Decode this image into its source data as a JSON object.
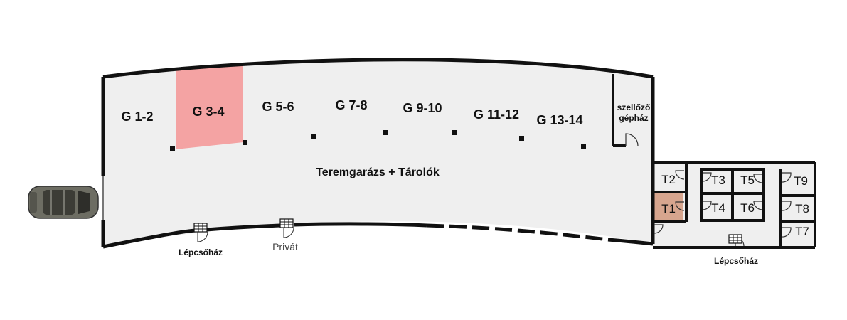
{
  "main_room": {
    "label": "Teremgarázs + Tárolók"
  },
  "garage_spots": [
    {
      "id": "g1",
      "label": "G 1-2",
      "highlighted": false
    },
    {
      "id": "g2",
      "label": "G 3-4",
      "highlighted": true
    },
    {
      "id": "g3",
      "label": "G 5-6",
      "highlighted": false
    },
    {
      "id": "g4",
      "label": "G 7-8",
      "highlighted": false
    },
    {
      "id": "g5",
      "label": "G 9-10",
      "highlighted": false
    },
    {
      "id": "g6",
      "label": "G 11-12",
      "highlighted": false
    },
    {
      "id": "g7",
      "label": "G 13-14",
      "highlighted": false
    }
  ],
  "ventilation_room": {
    "line1": "szellőző",
    "line2": "gépház"
  },
  "storage_units": [
    {
      "id": "t1",
      "label": "T1",
      "highlighted": true
    },
    {
      "id": "t2",
      "label": "T2",
      "highlighted": false
    },
    {
      "id": "t3",
      "label": "T3",
      "highlighted": false
    },
    {
      "id": "t4",
      "label": "T4",
      "highlighted": false
    },
    {
      "id": "t5",
      "label": "T5",
      "highlighted": false
    },
    {
      "id": "t6",
      "label": "T6",
      "highlighted": false
    },
    {
      "id": "t7",
      "label": "T7",
      "highlighted": false
    },
    {
      "id": "t8",
      "label": "T8",
      "highlighted": false
    },
    {
      "id": "t9",
      "label": "T9",
      "highlighted": false
    }
  ],
  "stairs": {
    "left_label": "Lépcsőház",
    "private_label": "Privát",
    "right_label": "Lépcsőház"
  },
  "colors": {
    "wall": "#111111",
    "floor": "#efefef",
    "highlight_garage": "#f4a3a3",
    "highlight_storage": "#d7a58e",
    "car_body": "#6d6d63"
  },
  "icons": [
    "car-icon",
    "stair-icon",
    "door-swing-icon"
  ]
}
